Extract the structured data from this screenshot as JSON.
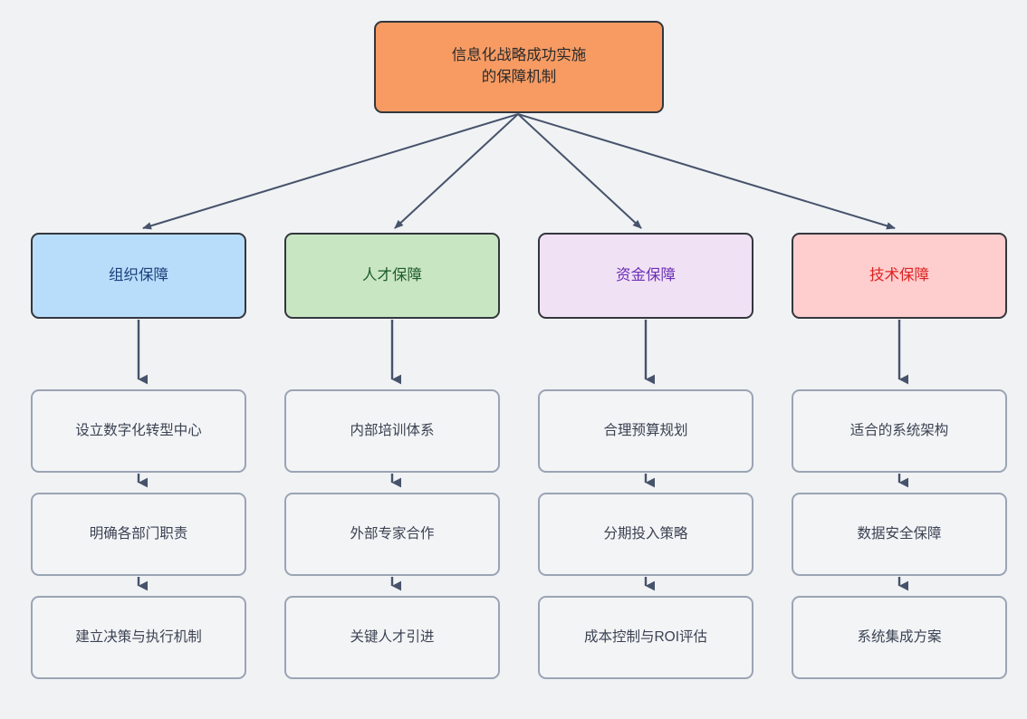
{
  "diagram": {
    "title": "信息化战略成功实施的保障机制",
    "type": "tree-hierarchy",
    "background_color": "#f1f2f4",
    "edge_color": "#46536b",
    "root": {
      "label": "信息化战略成功实施\n的保障机制",
      "fill": "#f79b63",
      "border": "#33373d",
      "text_color": "#2b2b2b"
    },
    "categories": [
      {
        "label": "组织保障",
        "fill": "#b8ddfb",
        "border": "#33373d",
        "text_color": "#1c3f7a",
        "children": [
          {
            "label": "设立数字化转型中心"
          },
          {
            "label": "明确各部门职责"
          },
          {
            "label": "建立决策与执行机制"
          }
        ]
      },
      {
        "label": "人才保障",
        "fill": "#c9e6c3",
        "border": "#33373d",
        "text_color": "#1d5b2b",
        "children": [
          {
            "label": "内部培训体系"
          },
          {
            "label": "外部专家合作"
          },
          {
            "label": "关键人才引进"
          }
        ]
      },
      {
        "label": "资金保障",
        "fill": "#f1e1f5",
        "border": "#33373d",
        "text_color": "#6b2fb5",
        "children": [
          {
            "label": "合理预算规划"
          },
          {
            "label": "分期投入策略"
          },
          {
            "label": "成本控制与ROI评估"
          }
        ]
      },
      {
        "label": "技术保障",
        "fill": "#fecdcd",
        "border": "#33373d",
        "text_color": "#dd2222",
        "children": [
          {
            "label": "适合的系统架构"
          },
          {
            "label": "数据安全保障"
          },
          {
            "label": "系统集成方案"
          }
        ]
      }
    ],
    "leaf_style": {
      "fill": "#f3f4f6",
      "border": "#9aa4b4",
      "text_color": "#3b4252"
    }
  }
}
